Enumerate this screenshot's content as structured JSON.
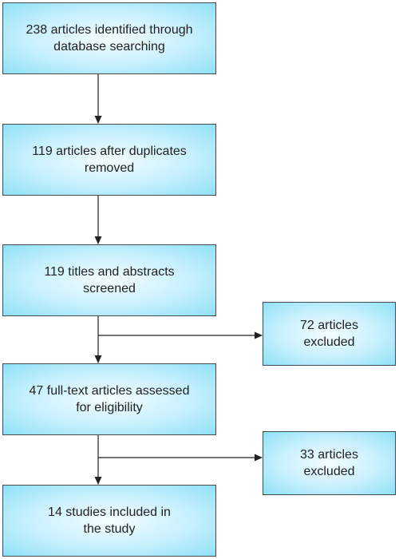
{
  "flow": {
    "steps": [
      {
        "line1": "238 articles identified through",
        "line2": "database searching"
      },
      {
        "line1": "119 articles after duplicates",
        "line2": "removed"
      },
      {
        "line1": "119 titles and abstracts",
        "line2": "screened"
      },
      {
        "line1": "47 full-text articles assessed",
        "line2": "for eligibility"
      },
      {
        "line1": "14 studies included in",
        "line2": "the study"
      }
    ],
    "exclusions": [
      {
        "line1": "72 articles",
        "line2": "excluded"
      },
      {
        "line1": "33 articles",
        "line2": "excluded"
      }
    ]
  },
  "colors": {
    "box_border": "#4a4a4a",
    "box_fill_center": "#f4fdff",
    "box_fill_edge": "#8fe0f8",
    "arrow": "#222222"
  }
}
